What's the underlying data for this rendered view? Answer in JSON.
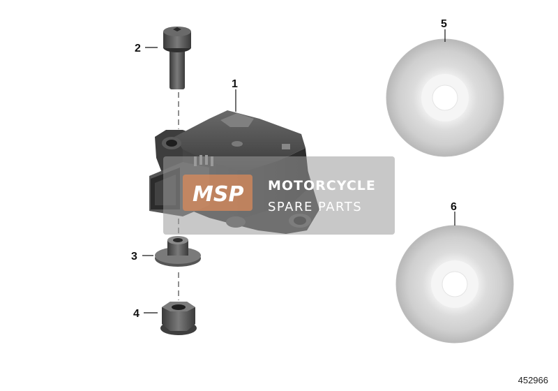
{
  "callouts": [
    {
      "id": "1",
      "label": "1"
    },
    {
      "id": "2",
      "label": "2"
    },
    {
      "id": "3",
      "label": "3"
    },
    {
      "id": "4",
      "label": "4"
    },
    {
      "id": "5",
      "label": "5"
    },
    {
      "id": "6",
      "label": "6"
    }
  ],
  "watermark": {
    "logo": "MSP",
    "line1": "MOTORCYCLE",
    "line2": "SPARE PARTS"
  },
  "document_number": "452966"
}
